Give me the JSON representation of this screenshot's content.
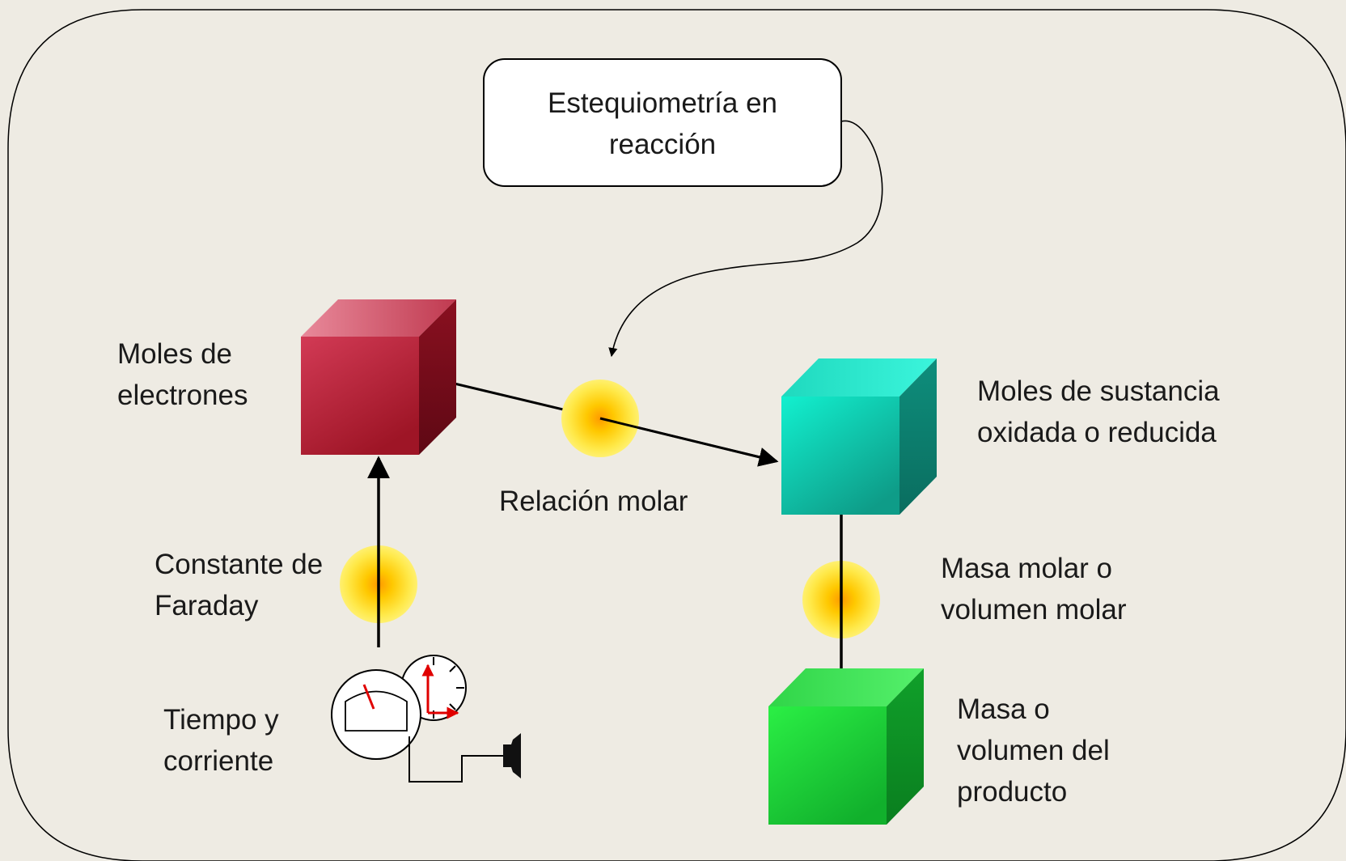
{
  "callout": {
    "text": "Estequiometría en\nreacción"
  },
  "nodes": {
    "moles_electrones": "Moles de\nelectrones",
    "moles_sustancia": "Moles de sustancia\noxidada o reducida",
    "masa_volumen_producto": "Masa o\nvolumen del\nproducto",
    "tiempo_corriente": "Tiempo y\ncorriente"
  },
  "conversions": {
    "relacion_molar": "Relación molar",
    "constante_faraday": "Constante de\nFaraday",
    "masa_molar": "Masa molar o\nvolumen molar"
  },
  "colors": {
    "background": "#EEEBE3",
    "cube_red": "#B01E34",
    "cube_teal": "#0FB8A0",
    "cube_green": "#1ED43C",
    "factor_circle": "#FFD21E"
  },
  "icons": [
    "ammeter-icon",
    "clock-icon",
    "plug-icon"
  ]
}
